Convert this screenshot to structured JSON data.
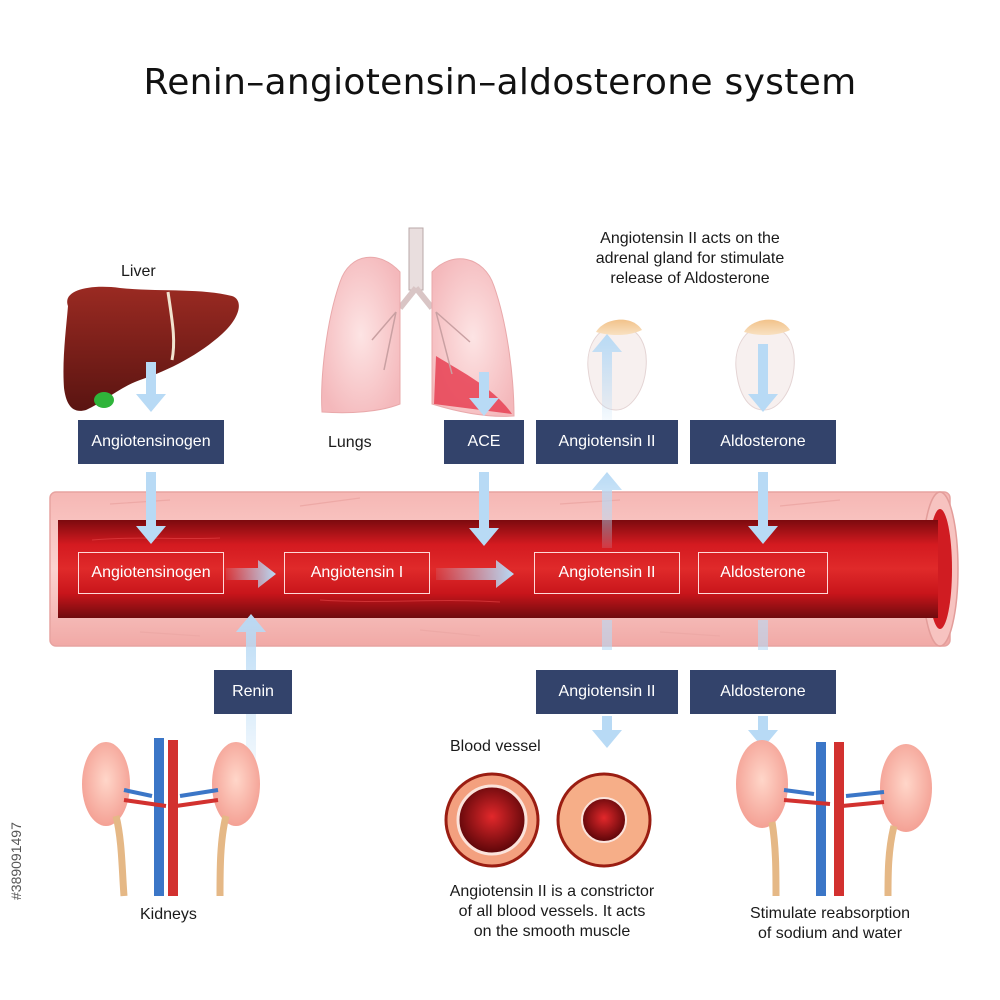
{
  "title": "Renin–angiotensin–aldosterone system",
  "labels": {
    "liver": "Liver",
    "lungs": "Lungs",
    "kidneys": "Kidneys",
    "blood_vessel": "Blood vessel"
  },
  "captions": {
    "adrenal": [
      "Angiotensin II acts on the",
      "adrenal gland for stimulate",
      "release of Aldosterone"
    ],
    "constrictor": [
      "Angiotensin II is a constrictor",
      "of all blood vessels. It acts",
      "on the smooth muscle"
    ],
    "reabsorption": [
      "Stimulate reabsorption",
      "of sodium and water"
    ]
  },
  "boxes_top": {
    "angiotensinogen": "Angiotensinogen",
    "ace": "ACE",
    "angiotensin_ii": "Angiotensin II",
    "aldosterone": "Aldosterone"
  },
  "boxes_vessel": {
    "angiotensinogen": "Angiotensinogen",
    "angiotensin_i": "Angiotensin I",
    "angiotensin_ii": "Angiotensin II",
    "aldosterone": "Aldosterone"
  },
  "boxes_bottom": {
    "renin": "Renin",
    "angiotensin_ii": "Angiotensin II",
    "aldosterone": "Aldosterone"
  },
  "side_id": "#389091497",
  "colors": {
    "box_fill": "#33436b",
    "arrow_fill": "#b8daf5",
    "vessel_red": "#c8151b",
    "vessel_wall": "#f7c6c4"
  }
}
